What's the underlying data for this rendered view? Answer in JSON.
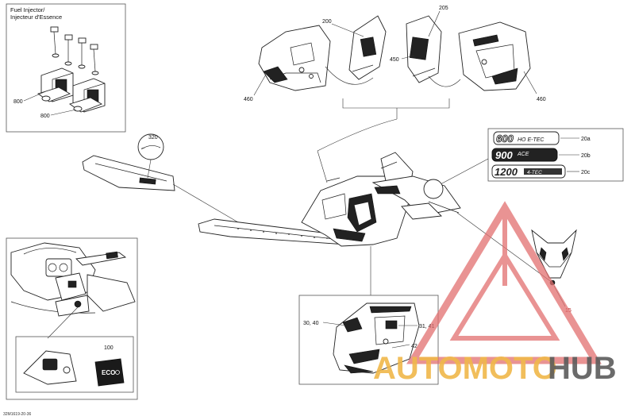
{
  "fuel_injector_box": {
    "title_line1": "Fuel Injector/",
    "title_line2": "Injecteur d'Essence"
  },
  "callouts": {
    "c800a": "800",
    "c800b": "800",
    "c200": "200",
    "c205": "205",
    "c450": "450",
    "c460a": "460",
    "c460b": "460",
    "c320": "320",
    "c20a": "20a",
    "c20b": "20b",
    "c20c": "20c",
    "c100": "100",
    "c3040": "30, 40",
    "c3141": "31, 41",
    "c42": "42",
    "c15": "15"
  },
  "decals": {
    "d600_num": "600",
    "d600_txt": "HO E-TEC",
    "d900_num": "900",
    "d900_txt": "ACE",
    "d1200_num": "1200",
    "d1200_txt": "4-TEC",
    "eco": "ECO"
  },
  "footer_code": "32M1619-20-36",
  "watermark": {
    "part1": "AUTOMOTO",
    "part2": "HUB",
    "color1": "#f0b84a",
    "color2": "#5c5c5c",
    "triangle_color": "#e27070"
  }
}
